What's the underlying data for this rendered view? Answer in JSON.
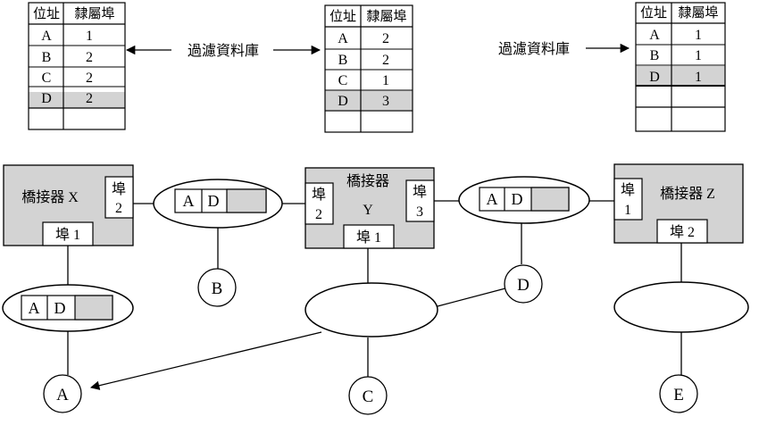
{
  "tables": {
    "x": {
      "headers": [
        "位址",
        "隸屬埠"
      ],
      "rows": [
        [
          "A",
          "1"
        ],
        [
          "B",
          "2"
        ],
        [
          "C",
          "2"
        ],
        [
          "D",
          "2"
        ],
        [
          "",
          ""
        ]
      ],
      "highlight_row": 3
    },
    "y": {
      "headers": [
        "位址",
        "隸屬埠"
      ],
      "rows": [
        [
          "A",
          "2"
        ],
        [
          "B",
          "2"
        ],
        [
          "C",
          "1"
        ],
        [
          "D",
          "3"
        ],
        [
          "",
          ""
        ]
      ],
      "highlight_row": 3
    },
    "z": {
      "headers": [
        "位址",
        "隸屬埠"
      ],
      "rows": [
        [
          "A",
          "1"
        ],
        [
          "B",
          "1"
        ],
        [
          "D",
          "1"
        ],
        [
          "",
          ""
        ],
        [
          "",
          ""
        ]
      ],
      "highlight_row": 2
    }
  },
  "filter_labels": {
    "left": "過濾資料庫",
    "right": "過濾資料庫"
  },
  "bridges": {
    "x": {
      "title": "橋接器 X",
      "port_right_top": "埠",
      "port_right_bottom": "2",
      "port_bottom": "埠 1"
    },
    "y": {
      "title_top": "橋接器",
      "title_bottom": "Y",
      "port_left_top": "埠",
      "port_left_bottom": "2",
      "port_right_top": "埠",
      "port_right_bottom": "3",
      "port_bottom": "埠 1"
    },
    "z": {
      "title": "橋接器 Z",
      "port_left_top": "埠",
      "port_left_bottom": "1",
      "port_bottom": "埠 2"
    }
  },
  "frames": {
    "left": {
      "src": "A",
      "dst": "D"
    },
    "mid": {
      "src": "A",
      "dst": "D"
    },
    "right": {
      "src": "A",
      "dst": "D"
    }
  },
  "hosts": {
    "a": "A",
    "b": "B",
    "c": "C",
    "d": "D",
    "e": "E"
  },
  "colors": {
    "gray": "#d3d3d3",
    "line": "#000000",
    "white": "#ffffff"
  }
}
